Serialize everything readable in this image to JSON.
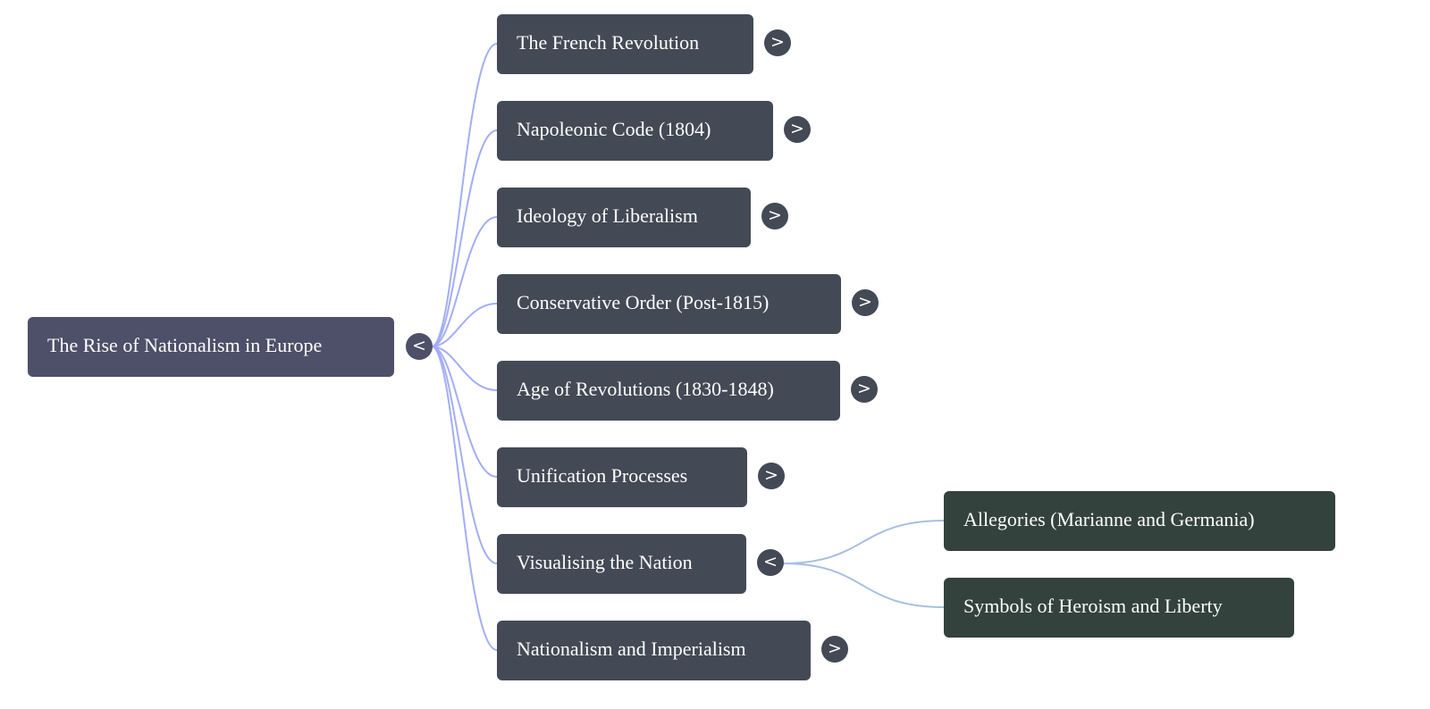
{
  "root": {
    "label": "The Rise of Nationalism in Europe",
    "toggle": "<"
  },
  "children": [
    {
      "label": "The French Revolution",
      "toggle": ">"
    },
    {
      "label": "Napoleonic Code (1804)",
      "toggle": ">"
    },
    {
      "label": "Ideology of Liberalism",
      "toggle": ">"
    },
    {
      "label": "Conservative Order (Post-1815)",
      "toggle": ">"
    },
    {
      "label": "Age of Revolutions (1830-1848)",
      "toggle": ">"
    },
    {
      "label": "Unification Processes",
      "toggle": ">"
    },
    {
      "label": "Visualising the Nation",
      "toggle": "<"
    },
    {
      "label": "Nationalism and Imperialism",
      "toggle": ">"
    }
  ],
  "grandchildren": [
    {
      "label": "Allegories (Marianne and Germania)"
    },
    {
      "label": "Symbols of Heroism and Liberty"
    }
  ],
  "colors": {
    "root_link": "#a3aef5",
    "sub_link": "#a7bfe0"
  }
}
